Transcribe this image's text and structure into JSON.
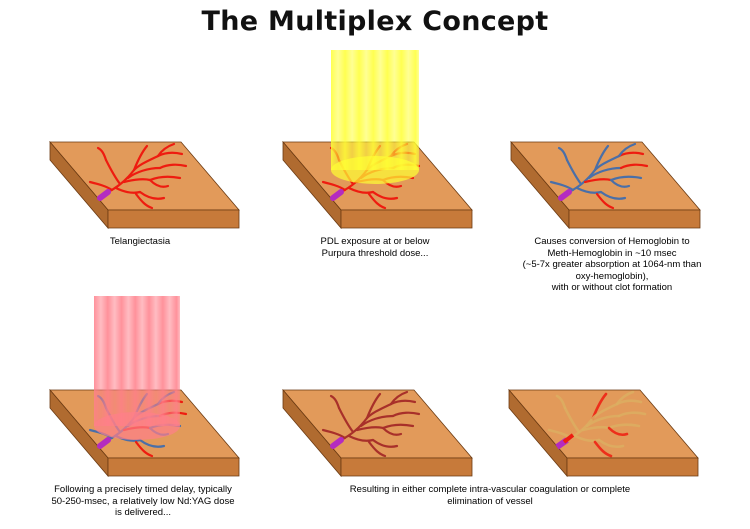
{
  "title": "The Multiplex Concept",
  "colors": {
    "slab_top": "#e29a5a",
    "slab_front": "#c77a3a",
    "slab_side": "#b06b30",
    "vessel_red": "#ee1c10",
    "vessel_blue": "#4a6fa8",
    "vessel_dark": "#a8302a",
    "vessel_faint": "#dcae62",
    "feeder": "#b42bc0",
    "pdl_beam": "#ffff33",
    "ndyag_beam": "#ff7f8a"
  },
  "panels": [
    {
      "caption": [
        "Telangiectasia"
      ],
      "vessel_state": "red"
    },
    {
      "caption": [
        "PDL exposure at or below",
        "Purpura threshold dose..."
      ],
      "vessel_state": "red",
      "beam": "pdl"
    },
    {
      "caption": [
        "Causes conversion of Hemoglobin to",
        "Meth-Hemoglobin in ~10 msec",
        "(~5-7x greater absorption at 1064-nm than",
        "oxy-hemoglobin),",
        "with or without clot formation"
      ],
      "vessel_state": "blue"
    },
    {
      "caption": [
        "Following a precisely timed delay, typically",
        "50-250-msec, a relatively low Nd:YAG dose",
        "is delivered..."
      ],
      "vessel_state": "blue",
      "beam": "ndyag"
    },
    {
      "caption": [],
      "vessel_state": "coagulated"
    },
    {
      "caption": [],
      "vessel_state": "eliminated"
    }
  ],
  "shared_caption": [
    "Resulting in either complete intra-vascular coagulation or complete",
    "elimination of vessel"
  ]
}
